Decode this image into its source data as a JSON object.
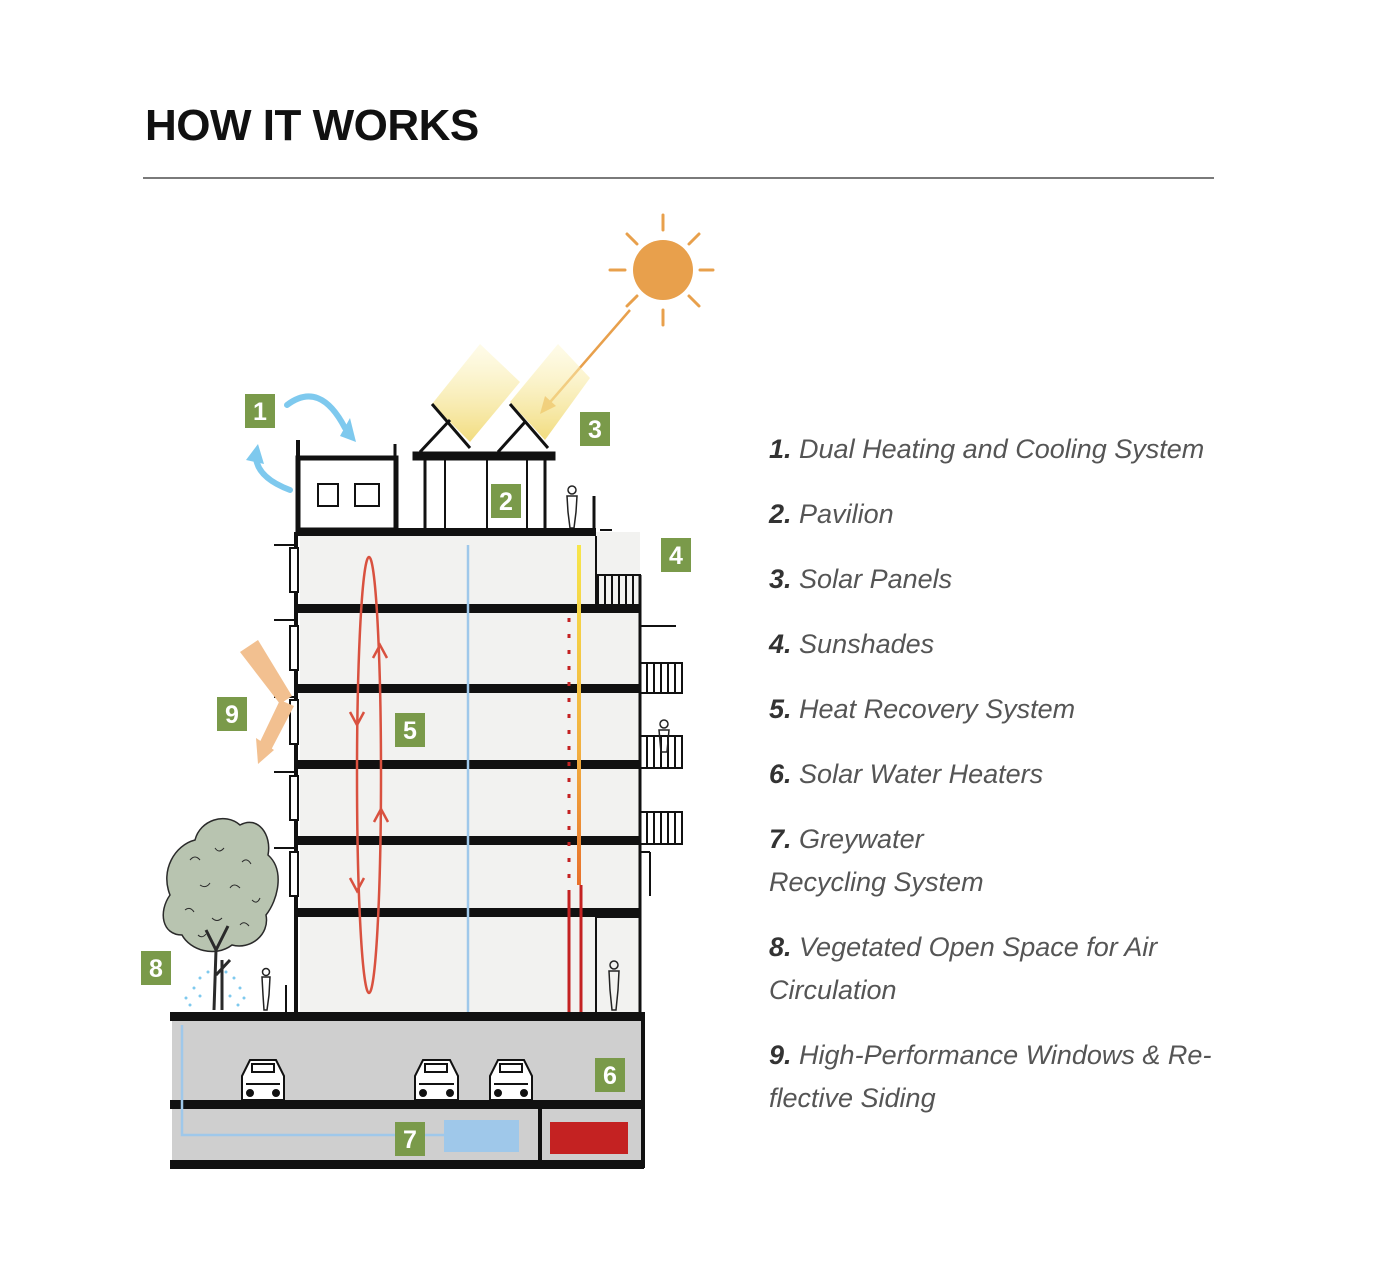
{
  "title": "HOW IT WORKS",
  "markers": [
    "1",
    "2",
    "3",
    "4",
    "5",
    "6",
    "7",
    "8",
    "9"
  ],
  "legend": [
    {
      "num": "1.",
      "text": "Dual Heating and Cooling System"
    },
    {
      "num": "2.",
      "text": "Pavilion"
    },
    {
      "num": "3.",
      "text": "Solar Panels"
    },
    {
      "num": "4.",
      "text": "Sunshades"
    },
    {
      "num": "5.",
      "text": "Heat Recovery System"
    },
    {
      "num": "6.",
      "text": "Solar Water Heaters"
    },
    {
      "num": "7.",
      "text": "Greywater",
      "line2": "Recycling System"
    },
    {
      "num": "8.",
      "text": "Vegetated Open Space for Air",
      "line2": "Circulation"
    },
    {
      "num": "9.",
      "text": "High-Performance Windows & Re-",
      "line2": "flective Siding"
    }
  ],
  "colors": {
    "marker": "#7a9a4a",
    "sun": "#e8a04c",
    "sun_arrow": "#e8a04c",
    "air_arrow": "#7ec9ee",
    "heat_loop": "#d9513f",
    "greywater": "#9fc8ea",
    "hot_water": "#c42222",
    "solar_line": "#f4e04e",
    "reflect_arrow": "#f2c090",
    "floor": "#f2f2f0",
    "garage": "#cfcfcf"
  }
}
